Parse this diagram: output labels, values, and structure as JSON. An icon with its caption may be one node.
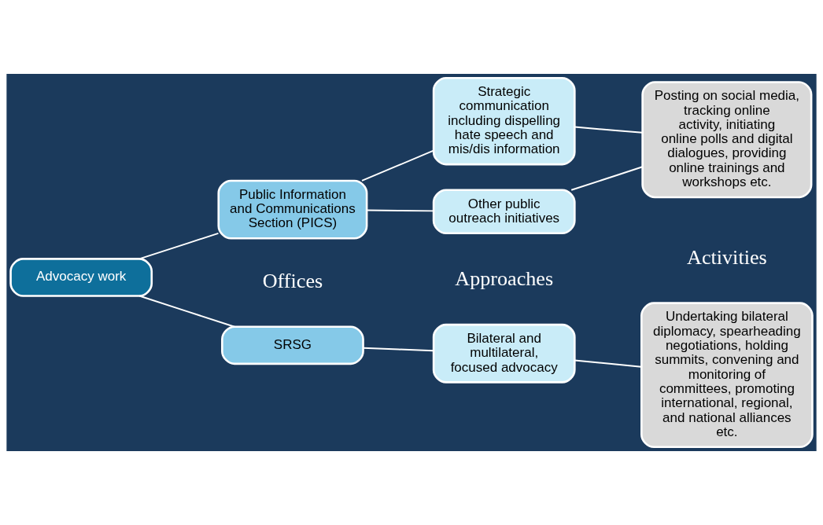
{
  "diagram": {
    "nodes": [
      {
        "text": [
          "Advocacy work"
        ]
      },
      {
        "text": [
          "SRSG"
        ]
      },
      {
        "text": [
          "Public Information and Communications Section (PICS)"
        ]
      },
      {
        "text": [
          "Bilateral and multilateral, focused advocacy"
        ]
      },
      {
        "text": [
          "Strategic communication including dispelling hate speech and mis/dis information"
        ]
      },
      {
        "text": [
          "Other public outreach initiatives"
        ]
      },
      {
        "text": [
          "Undertaking bilateral diplomacy, spearheading negotiations, holding summits, convening and monitoring of committees, promoting international, regional, and national alliances etc."
        ]
      },
      {
        "text": [
          "Posting on social media, tracking online activity, initiating online polls and digital dialogues, providing online trainings and workshops etc."
        ]
      }
    ],
    "edges": [
      {
        "from": 0,
        "to": 1,
        "arrow": "none"
      },
      {
        "from": 0,
        "to": 2,
        "arrow": "none"
      },
      {
        "from": 1,
        "to": 3,
        "arrow": "none"
      },
      {
        "from": 3,
        "to": 6,
        "arrow": "none"
      },
      {
        "from": 2,
        "to": 4,
        "arrow": "none"
      },
      {
        "from": 2,
        "to": 5,
        "arrow": "none"
      },
      {
        "from": 4,
        "to": 7,
        "arrow": "none"
      },
      {
        "from": 5,
        "to": 7,
        "arrow": "none"
      }
    ],
    "labels": [
      "Offices",
      "Approaches",
      "Activities"
    ]
  }
}
